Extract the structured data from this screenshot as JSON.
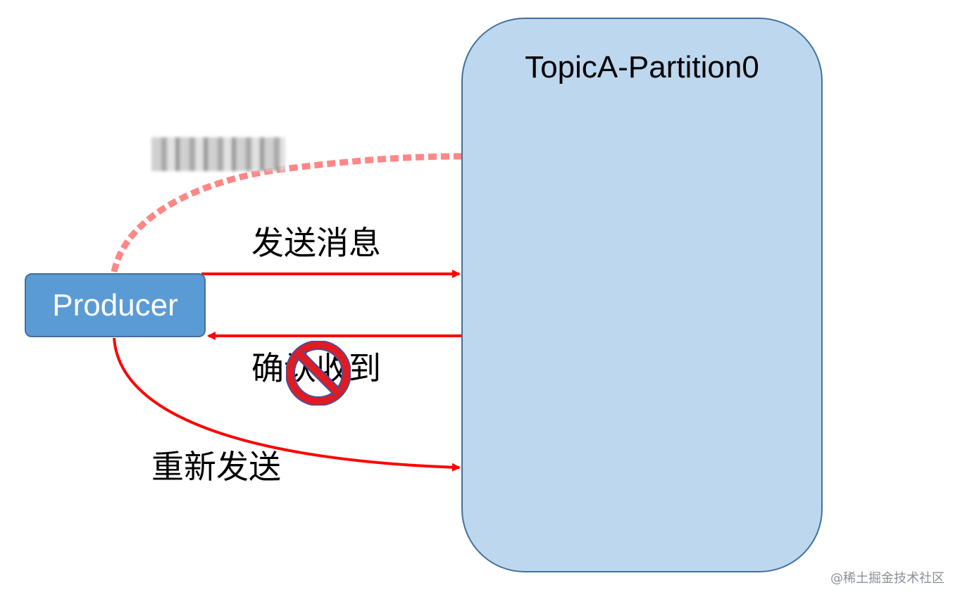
{
  "diagram": {
    "partition_title": "TopicA-Partition0",
    "producer_label": "Producer",
    "send_label": "发送消息",
    "ack_label": "确认收到",
    "resend_label": "重新发送",
    "watermark": "@稀土掘金技术社区",
    "icons": {
      "blocked": "prohibited-icon"
    },
    "colors": {
      "arrow": "#ff0000",
      "partition_fill": "#bdd7ee",
      "partition_border": "#41719c",
      "producer_fill": "#5b9bd5",
      "prohibited": "#e11b22"
    }
  }
}
